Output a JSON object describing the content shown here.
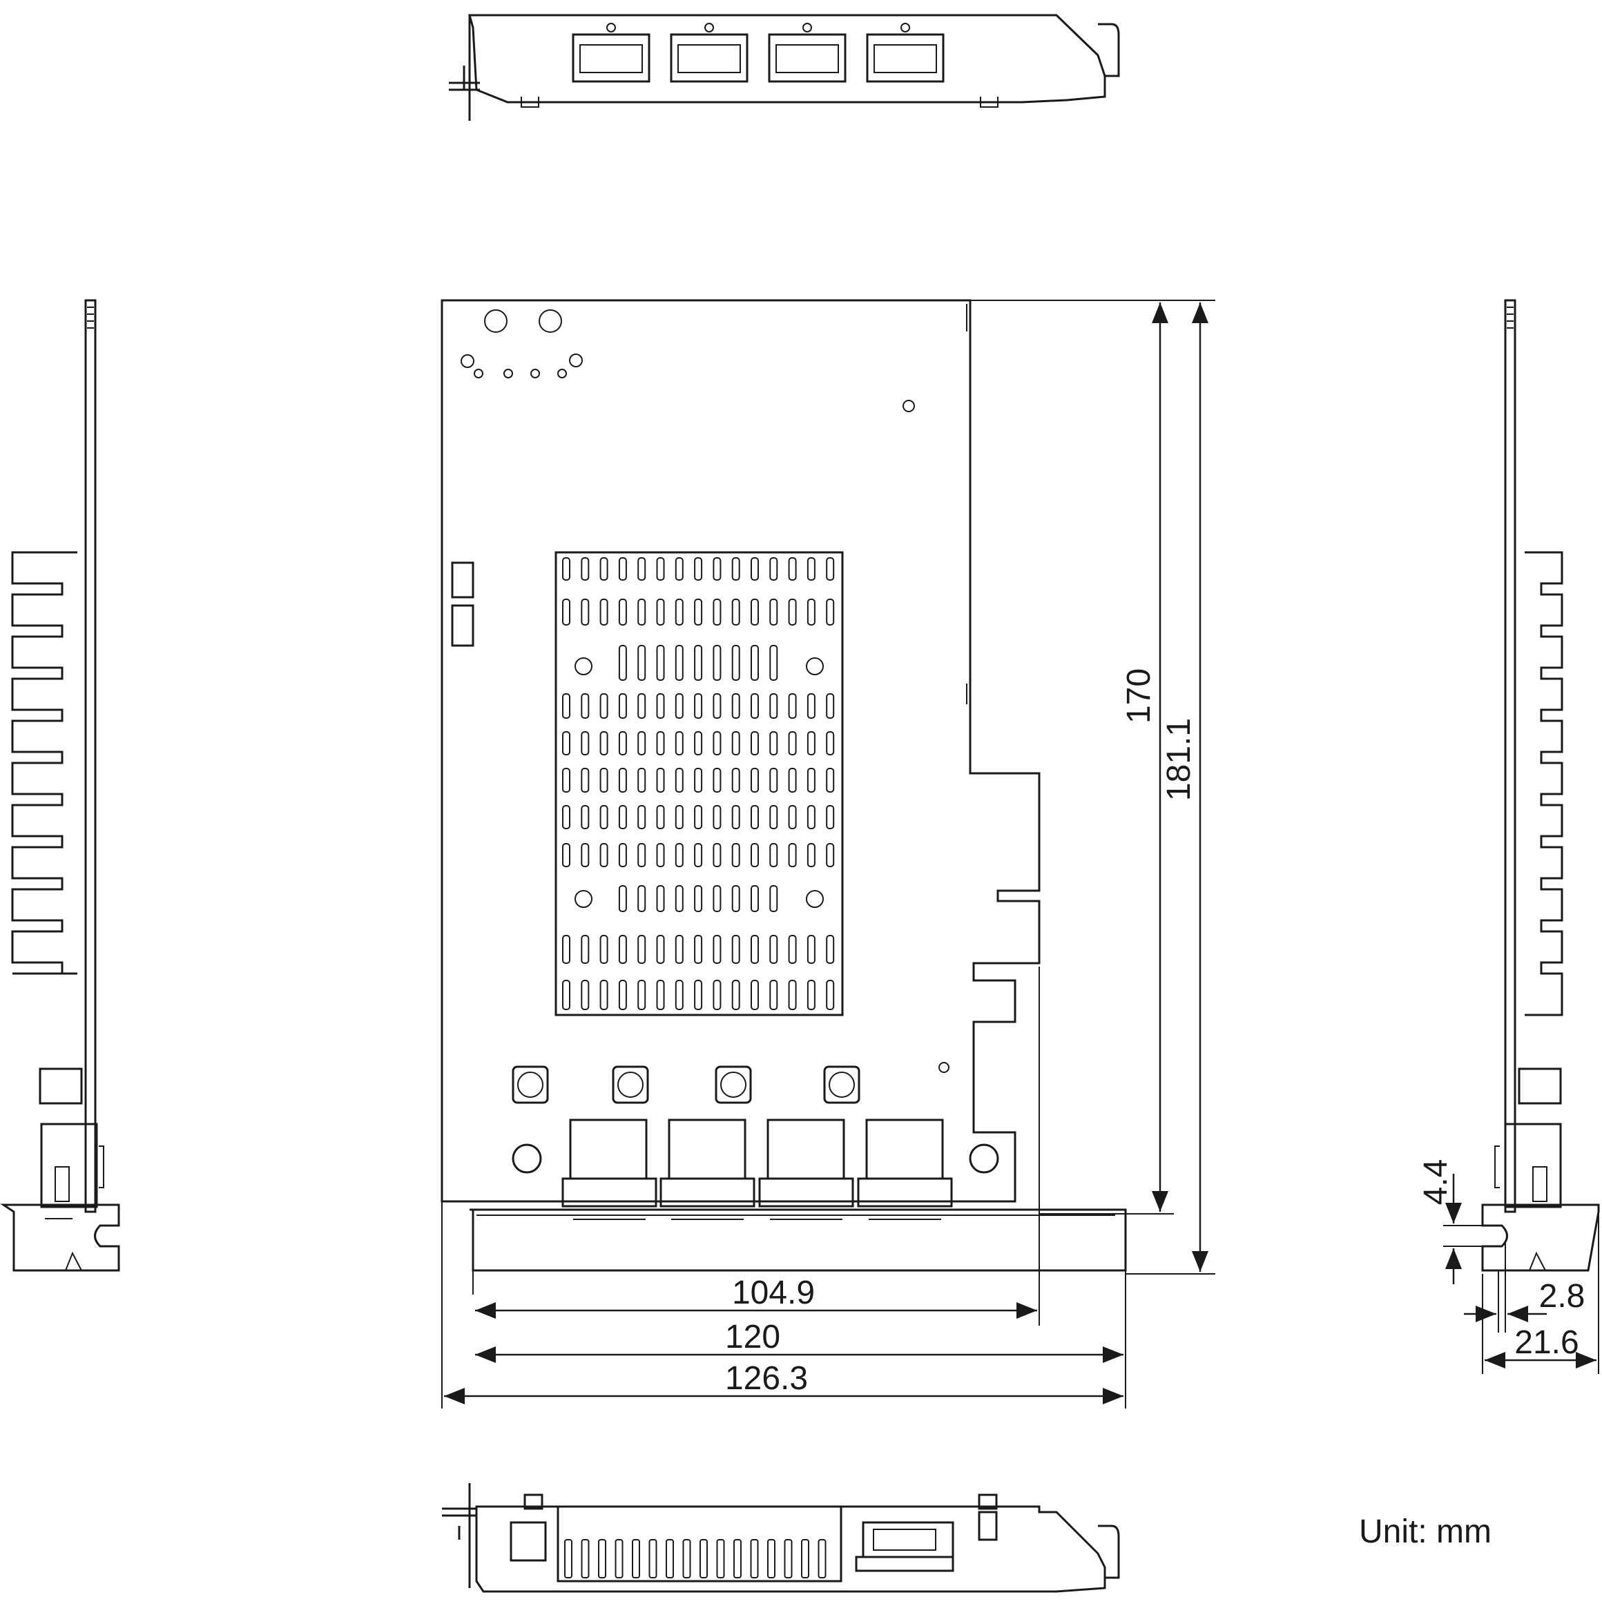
{
  "unit_label": "Unit: mm",
  "dimensions": {
    "pcb_length": "104.9",
    "bracket_width_inner": "120",
    "bracket_width_outer": "126.3",
    "card_height": "170",
    "overall_height": "181.1",
    "bracket_offset": "4.4",
    "board_thickness_offset": "2.8",
    "side_depth": "21.6"
  },
  "views": [
    "top-view",
    "front-view",
    "left-side-view",
    "right-side-view",
    "bottom-view"
  ]
}
